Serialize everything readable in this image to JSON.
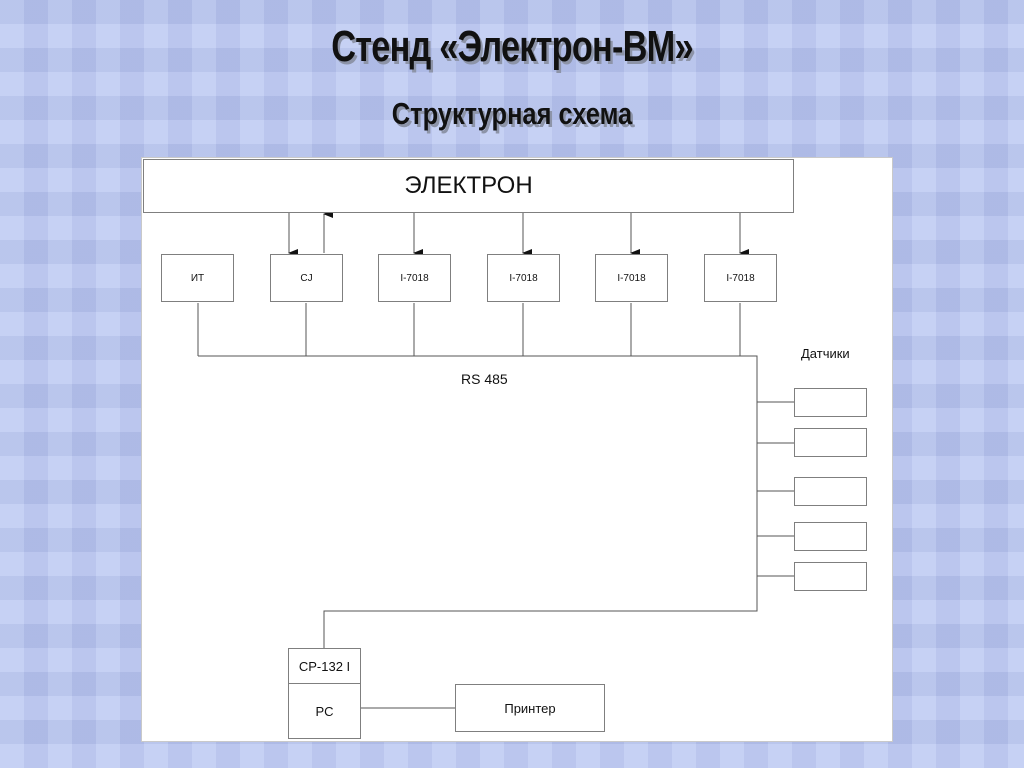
{
  "title": "Стенд «Электрон-ВМ»",
  "subtitle": "Структурная схема",
  "diagram": {
    "main_block": "ЭЛЕКТРОН",
    "modules": [
      "ИТ",
      "CJ",
      "I-7018",
      "I-7018",
      "I-7018",
      "I-7018"
    ],
    "bus_label": "RS 485",
    "sensors_label": "Датчики",
    "converter": "CP-132 I",
    "pc": "PC",
    "printer": "Принтер"
  }
}
